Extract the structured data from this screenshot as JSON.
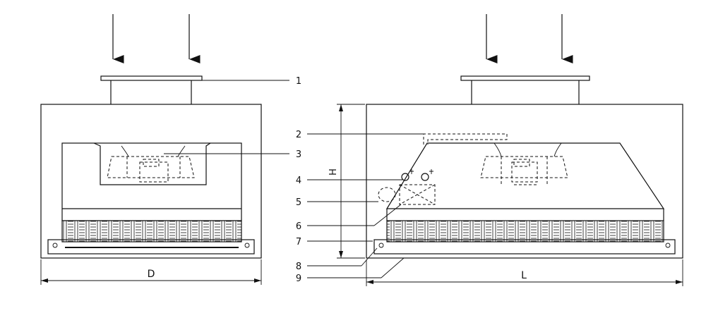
{
  "callouts": [
    {
      "number": "1"
    },
    {
      "number": "2"
    },
    {
      "number": "3"
    },
    {
      "number": "4"
    },
    {
      "number": "5"
    },
    {
      "number": "6"
    },
    {
      "number": "7"
    },
    {
      "number": "8"
    },
    {
      "number": "9"
    }
  ],
  "dimensions": {
    "width_left": "D",
    "height": "H",
    "length": "L"
  },
  "colors": {
    "line": "#111111",
    "background": "#ffffff"
  }
}
